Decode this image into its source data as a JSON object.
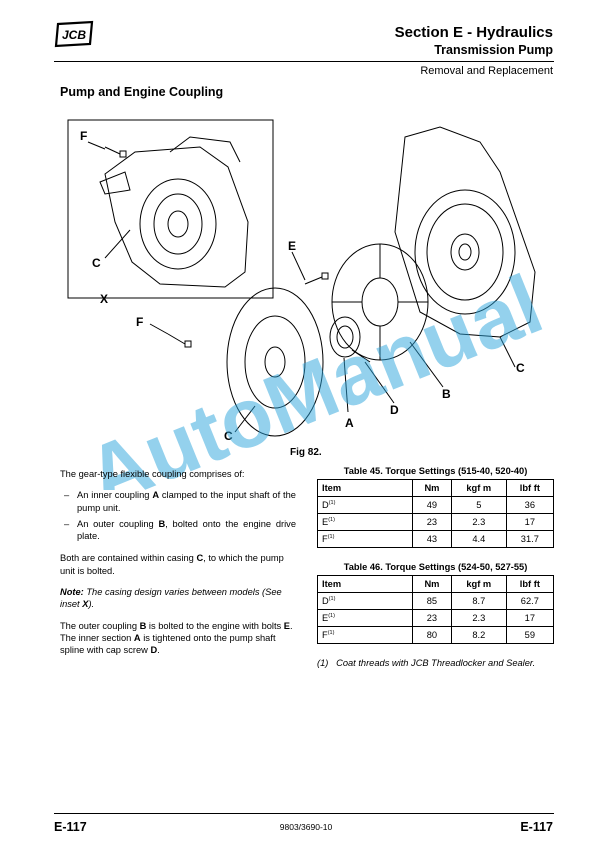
{
  "header": {
    "logo_text": "JCB",
    "section_title": "Section E - Hydraulics",
    "section_subtitle": "Transmission Pump",
    "subsection": "Removal and Replacement"
  },
  "page_heading": "Pump and Engine Coupling",
  "figure": {
    "caption": "Fig 82.",
    "labels": {
      "F1": "F",
      "C1": "C",
      "X": "X",
      "E": "E",
      "F2": "F",
      "C2": "C",
      "A": "A",
      "D": "D",
      "B": "B",
      "C3": "C"
    }
  },
  "watermark": "AutoManual",
  "body": {
    "intro": "The gear-type flexible coupling comprises of:",
    "bullets": [
      {
        "pre": "An inner coupling ",
        "b": "A",
        "post": " clamped to the input shaft of the pump unit."
      },
      {
        "pre": "An outer coupling ",
        "b": "B",
        "post": ", bolted onto the engine drive plate."
      }
    ],
    "casing": {
      "pre": "Both are contained within casing ",
      "b": "C",
      "post": ", to which the pump unit is bolted."
    },
    "note": {
      "label": "Note:",
      "pre": " The casing design varies between models (See inset ",
      "b": "X",
      "post": ")."
    },
    "bolts": {
      "p1": "The outer coupling ",
      "b1": "B",
      "p2": " is bolted to the engine with bolts ",
      "b2": "E",
      "p3": ". The inner section ",
      "b3": "A",
      "p4": " is tightened onto the pump shaft spline with cap screw ",
      "b4": "D",
      "p5": "."
    }
  },
  "tables": [
    {
      "caption": "Table 45. Torque Settings (515-40, 520-40)",
      "headers": [
        "Item",
        "Nm",
        "kgf m",
        "lbf ft"
      ],
      "rows": [
        {
          "item": "D",
          "sup": "(1)",
          "nm": "49",
          "kgfm": "5",
          "lbfft": "36"
        },
        {
          "item": "E",
          "sup": "(1)",
          "nm": "23",
          "kgfm": "2.3",
          "lbfft": "17"
        },
        {
          "item": "F",
          "sup": "(1)",
          "nm": "43",
          "kgfm": "4.4",
          "lbfft": "31.7"
        }
      ]
    },
    {
      "caption": "Table 46. Torque Settings (524-50, 527-55)",
      "headers": [
        "Item",
        "Nm",
        "kgf m",
        "lbf ft"
      ],
      "rows": [
        {
          "item": "D",
          "sup": "(1)",
          "nm": "85",
          "kgfm": "8.7",
          "lbfft": "62.7"
        },
        {
          "item": "E",
          "sup": "(1)",
          "nm": "23",
          "kgfm": "2.3",
          "lbfft": "17"
        },
        {
          "item": "F",
          "sup": "(1)",
          "nm": "80",
          "kgfm": "8.2",
          "lbfft": "59"
        }
      ]
    }
  ],
  "footnote": "(1)   Coat threads with JCB Threadlocker and Sealer.",
  "footer": {
    "page_left": "E-117",
    "doc_number": "9803/3690-10",
    "page_right": "E-117"
  }
}
